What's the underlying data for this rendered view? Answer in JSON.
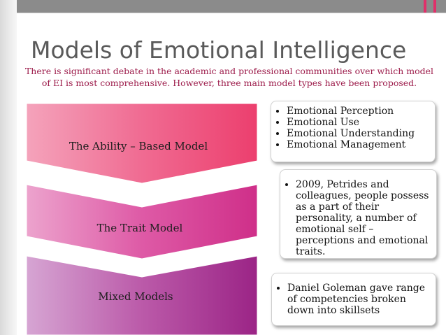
{
  "slide": {
    "title": "Models of Emotional Intelligence",
    "subtitle": "There is significant debate in the academic and professional communities over which model of EI is most comprehensive. However, three main model types have been proposed."
  },
  "models": [
    {
      "name": "The Ability – Based Model",
      "color": "#f0507d",
      "points": [
        "Emotional Perception",
        "Emotional Use",
        "Emotional Understanding",
        "Emotional Management"
      ]
    },
    {
      "name": "The Trait Model",
      "color": "#d4368f",
      "points": [
        "2009, Petrides and colleagues, people possess as a part of their personality, a number of emotional self – perceptions and emotional traits."
      ]
    },
    {
      "name": "Mixed Models",
      "color": "#a42a8c",
      "points": [
        "Daniel Goleman gave range of competencies broken down into skillsets"
      ]
    }
  ]
}
